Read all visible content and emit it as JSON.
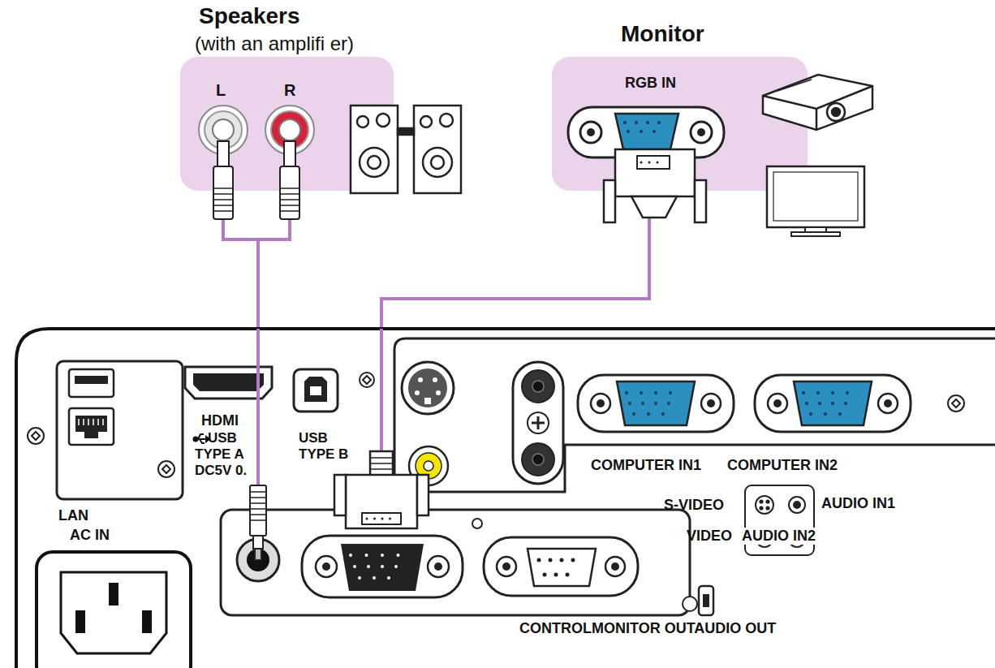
{
  "diagram": {
    "nodes": [
      {
        "text": [
          "Speakers",
          "(with an amplifi er)",
          "L",
          "R"
        ]
      },
      {
        "text": [
          "Monitor",
          "RGB IN"
        ]
      },
      {
        "text": [
          "HDMI",
          "USB TYPE A DC5V 0.",
          "USB TYPE B",
          "COMPUTER IN1",
          "COMPUTER IN2",
          "S-VIDEO",
          "AUDIO IN1",
          "LAN",
          "AC IN",
          "VIDEO",
          "AUDIO IN2",
          "CONTROLMONITOR OUTAUDIO OUT"
        ]
      }
    ],
    "edges": [
      {
        "from": 2,
        "to": 0,
        "arrow": "none"
      },
      {
        "from": 2,
        "to": 1,
        "arrow": "none"
      }
    ]
  }
}
